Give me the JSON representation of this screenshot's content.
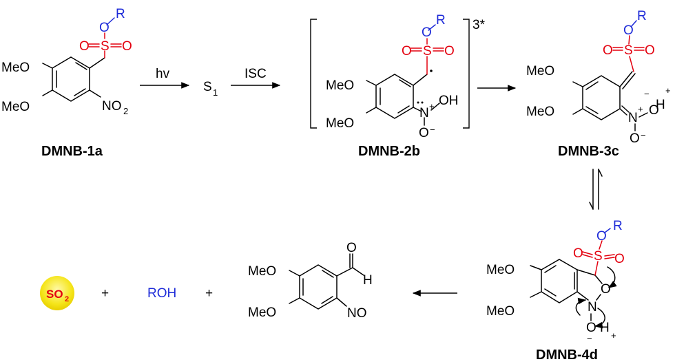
{
  "compounds": {
    "c1": "DMNB-1a",
    "c2": "DMNB-2b",
    "c3": "DMNB-3c",
    "c4": "DMNB-4d"
  },
  "step_labels": {
    "hv": "hv",
    "isc": "ISC",
    "s1": "S",
    "s1_sub": "1",
    "triplet": "3*"
  },
  "atoms": {
    "meo": "MeO",
    "oxygen": "O",
    "sulfur": "S",
    "r": "R",
    "no2": "NO",
    "no2_sub": "2",
    "nitrogen": "N",
    "oh": "OH",
    "h": "H",
    "no": "NO",
    "plus": "+",
    "minus": "−"
  },
  "products": {
    "so2": "SO",
    "so2_sub": "2",
    "plus": "+",
    "roh": "ROH"
  },
  "colors": {
    "sulfonyl": "#e3000f",
    "r_group": "#1e2bd8",
    "so2_highlight": "#f5e51a"
  }
}
